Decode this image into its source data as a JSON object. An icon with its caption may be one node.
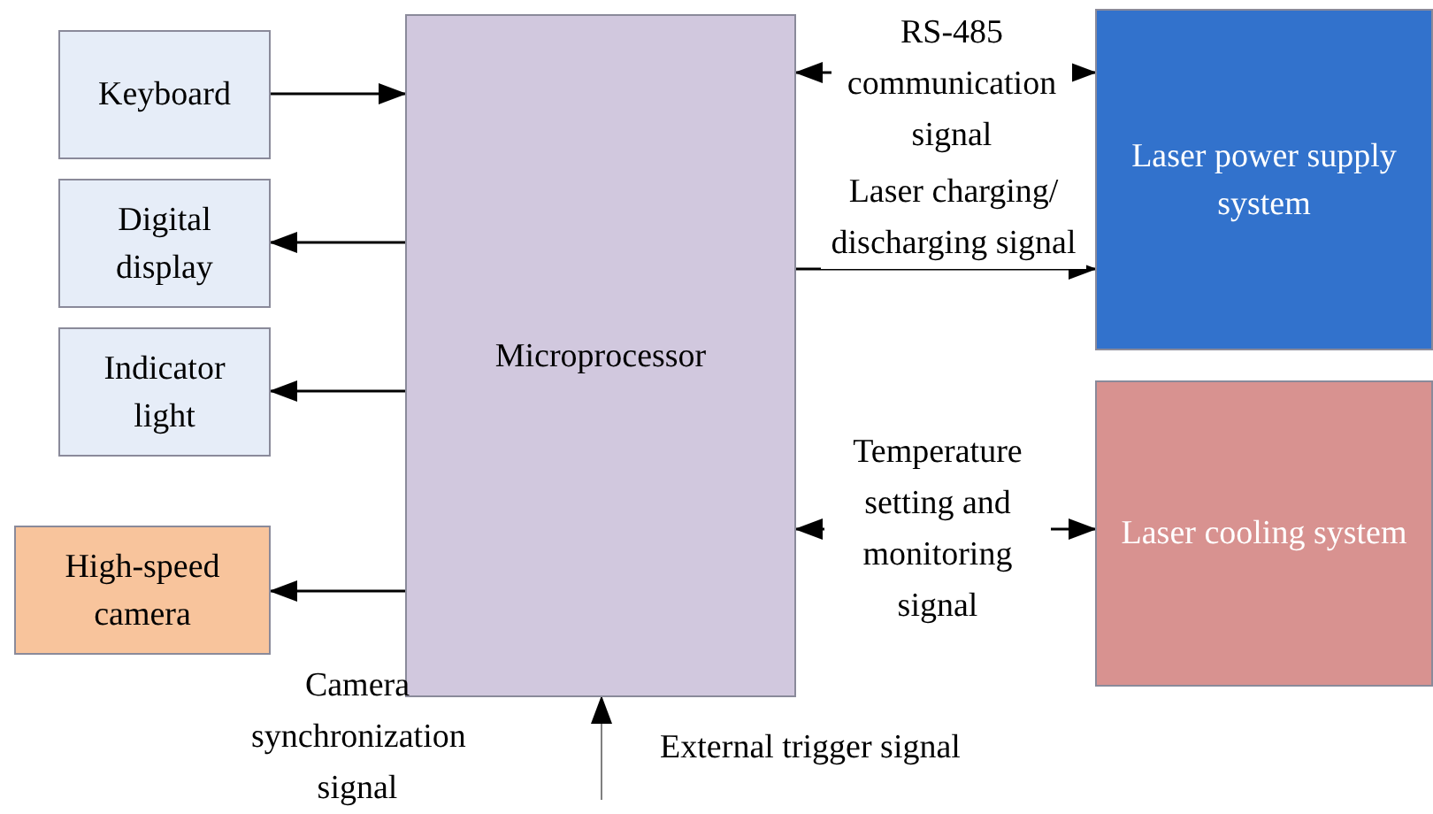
{
  "diagram": {
    "nodes": [
      {
        "text": [
          "Keyboard"
        ]
      },
      {
        "text": [
          "Digital display"
        ]
      },
      {
        "text": [
          "Indicator light"
        ]
      },
      {
        "text": [
          "High-speed camera"
        ]
      },
      {
        "text": [
          "Microprocessor"
        ]
      },
      {
        "text": [
          "Laser power supply system"
        ]
      },
      {
        "text": [
          "Laser cooling system"
        ]
      }
    ],
    "edges": [
      {
        "from": 0,
        "to": 4,
        "arrow": "to"
      },
      {
        "from": 4,
        "to": 1,
        "arrow": "to"
      },
      {
        "from": 4,
        "to": 2,
        "arrow": "to"
      },
      {
        "from": 4,
        "to": 3,
        "arrow": "to",
        "label": "Camera synchronization signal"
      },
      {
        "from": 4,
        "to": 5,
        "arrow": "both",
        "label": "RS-485 communication signal"
      },
      {
        "from": 4,
        "to": 5,
        "arrow": "to",
        "label": "Laser charging/ discharging signal"
      },
      {
        "from": 4,
        "to": 6,
        "arrow": "both",
        "label": "Temperature setting and monitoring signal"
      },
      {
        "from": null,
        "to": 4,
        "arrow": "to",
        "label": "External trigger signal",
        "color": "#808080"
      }
    ]
  }
}
